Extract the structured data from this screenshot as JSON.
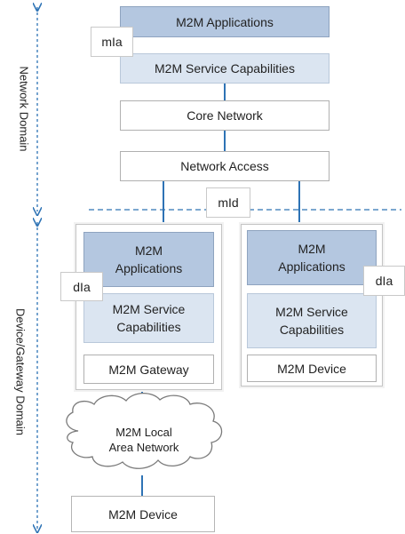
{
  "network_domain": {
    "label": "Network Domain",
    "m2m_applications": "M2M Applications",
    "service_capabilities": "M2M Service Capabilities",
    "core_network": "Core Network",
    "network_access": "Network Access",
    "mia": "mIa",
    "mid": "mId"
  },
  "device_domain": {
    "label": "Device/Gateway Domain",
    "gateway_stack": {
      "apps_line1": "M2M",
      "apps_line2": "Applications",
      "sc_line1": "M2M Service",
      "sc_line2": "Capabilities",
      "bottom": "M2M Gateway",
      "dia": "dIa"
    },
    "device_stack": {
      "apps_line1": "M2M",
      "apps_line2": "Applications",
      "sc_line1": "M2M Service",
      "sc_line2": "Capabilities",
      "bottom": "M2M Device",
      "dia": "dIa"
    },
    "lan_line1": "M2M Local",
    "lan_line2": "Area Network",
    "local_device": "M2M Device"
  }
}
